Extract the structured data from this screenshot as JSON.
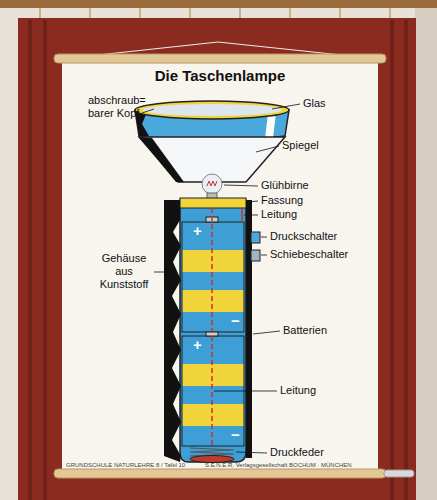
{
  "diagram": {
    "title": "Die Taschenlampe",
    "labels": [
      "abschraub= barer Kopf",
      "Glas",
      "Spiegel",
      "Glühbirne",
      "Fassung",
      "Leitung",
      "Druckschalter",
      "Schiebeschalter",
      "Gehäuse aus Kunststoff",
      "+",
      "−",
      "Batterien",
      "+",
      "Leitung",
      "−",
      "Druckfeder",
      "GRUNDSCHULE NATURLEHRE 8 / Tafel 10",
      "S.E.N.E.R. Verlagsgesellschaft BOCHUM · MÜNCHEN"
    ]
  }
}
